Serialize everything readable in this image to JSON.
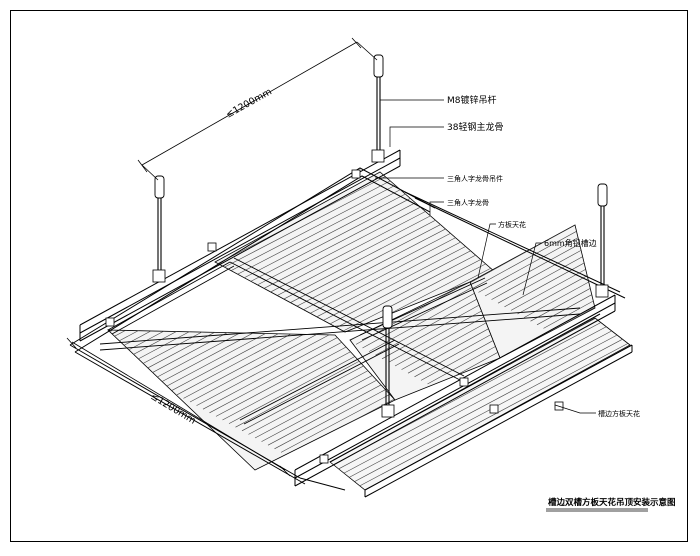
{
  "dimensions": {
    "top": "≤1200mm",
    "bottom": "≤1200mm"
  },
  "callouts": {
    "m8_rod": "M8镀锌吊杆",
    "main_keel": "38轻钢主龙骨",
    "hanger": "三角人字龙骨吊件",
    "tri_keel": "三角人字龙骨",
    "square_panel": "方板天花",
    "edge_trim": "6mm角铝槽边",
    "edge_panel": "槽边方板天花"
  },
  "title": "槽边双槽方板天花吊顶安装示意图",
  "colors": {
    "line": "#000000",
    "background": "#ffffff"
  }
}
